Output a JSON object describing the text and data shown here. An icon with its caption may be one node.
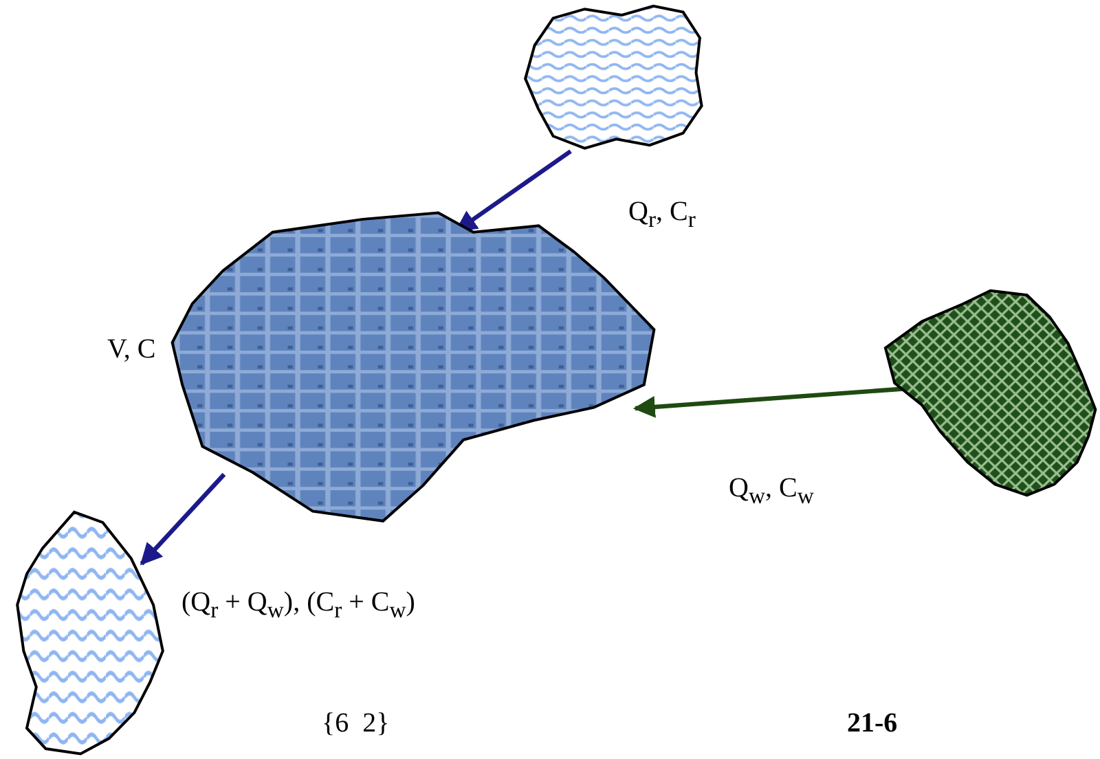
{
  "diagram": {
    "nodes": [
      {
        "text": [],
        "shape": "cloud"
      },
      {
        "text": [
          "V, C"
        ]
      },
      {
        "text": [],
        "shape": "cloud"
      },
      {
        "text": [],
        "shape": "cloud"
      }
    ],
    "edges": [
      {
        "from": 0,
        "to": 1,
        "arrow": "to",
        "label": "Q$_{r}$, C$_{r}$"
      },
      {
        "from": 2,
        "to": 1,
        "arrow": "to",
        "label": "Q$_{w}$, C$_{w}$",
        "color": "#1f4a12"
      },
      {
        "from": 1,
        "to": 3,
        "arrow": "to",
        "label": "(Q$_{r}$ + Q$_{w}$), (C$_{r}$ + C$_{w}$)"
      }
    ],
    "labels": [
      "{6  2}",
      "21-6"
    ]
  }
}
